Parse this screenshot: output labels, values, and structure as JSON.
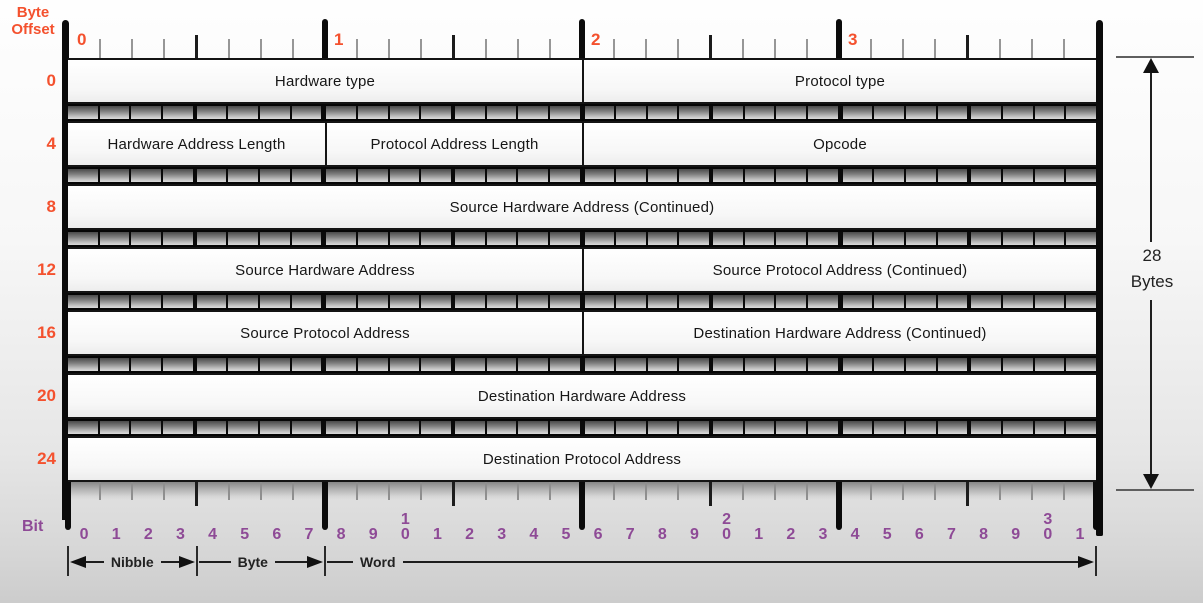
{
  "colors": {
    "offset_accent": "#f4512e",
    "bit_accent": "#8e4a96",
    "line_ink": "#141414"
  },
  "header": {
    "byte_offset_label": [
      "Byte",
      "Offset"
    ],
    "byte_numbers": [
      "0",
      "1",
      "2",
      "3"
    ]
  },
  "rows": [
    {
      "offset": "0",
      "fields": [
        {
          "label": "Hardware type",
          "bits": 16
        },
        {
          "label": "Protocol type",
          "bits": 16
        }
      ]
    },
    {
      "offset": "4",
      "fields": [
        {
          "label": "Hardware Address Length",
          "bits": 8
        },
        {
          "label": "Protocol Address Length",
          "bits": 8
        },
        {
          "label": "Opcode",
          "bits": 16
        }
      ]
    },
    {
      "offset": "8",
      "fields": [
        {
          "label": "Source Hardware Address (Continued)",
          "bits": 32
        }
      ]
    },
    {
      "offset": "12",
      "fields": [
        {
          "label": "Source Hardware Address",
          "bits": 16
        },
        {
          "label": "Source Protocol Address (Continued)",
          "bits": 16
        }
      ]
    },
    {
      "offset": "16",
      "fields": [
        {
          "label": "Source Protocol Address",
          "bits": 16
        },
        {
          "label": "Destination Hardware Address (Continued)",
          "bits": 16
        }
      ]
    },
    {
      "offset": "20",
      "fields": [
        {
          "label": "Destination Hardware Address",
          "bits": 32
        }
      ]
    },
    {
      "offset": "24",
      "fields": [
        {
          "label": "Destination Protocol Address",
          "bits": 32
        }
      ]
    }
  ],
  "bit_ruler": {
    "label": "Bit",
    "bit_numbers": [
      "0",
      "1",
      "2",
      "3",
      "4",
      "5",
      "6",
      "7",
      "8",
      "9",
      "10",
      "1",
      "2",
      "3",
      "4",
      "5",
      "6",
      "7",
      "8",
      "9",
      "20",
      "1",
      "2",
      "3",
      "4",
      "5",
      "6",
      "7",
      "8",
      "9",
      "30",
      "1"
    ]
  },
  "spans": [
    {
      "label": "Nibble",
      "from_bit": 0,
      "to_bit": 4,
      "arrow_left": true,
      "arrow_right": true,
      "label_position": "center"
    },
    {
      "label": "Byte",
      "from_bit": 4,
      "to_bit": 8,
      "arrow_left": false,
      "arrow_right": true,
      "label_position": "center"
    },
    {
      "label": "Word",
      "from_bit": 8,
      "to_bit": 32,
      "arrow_left": false,
      "arrow_right": true,
      "label_position": "left"
    }
  ],
  "dimension": {
    "value": "28",
    "unit": "Bytes"
  }
}
